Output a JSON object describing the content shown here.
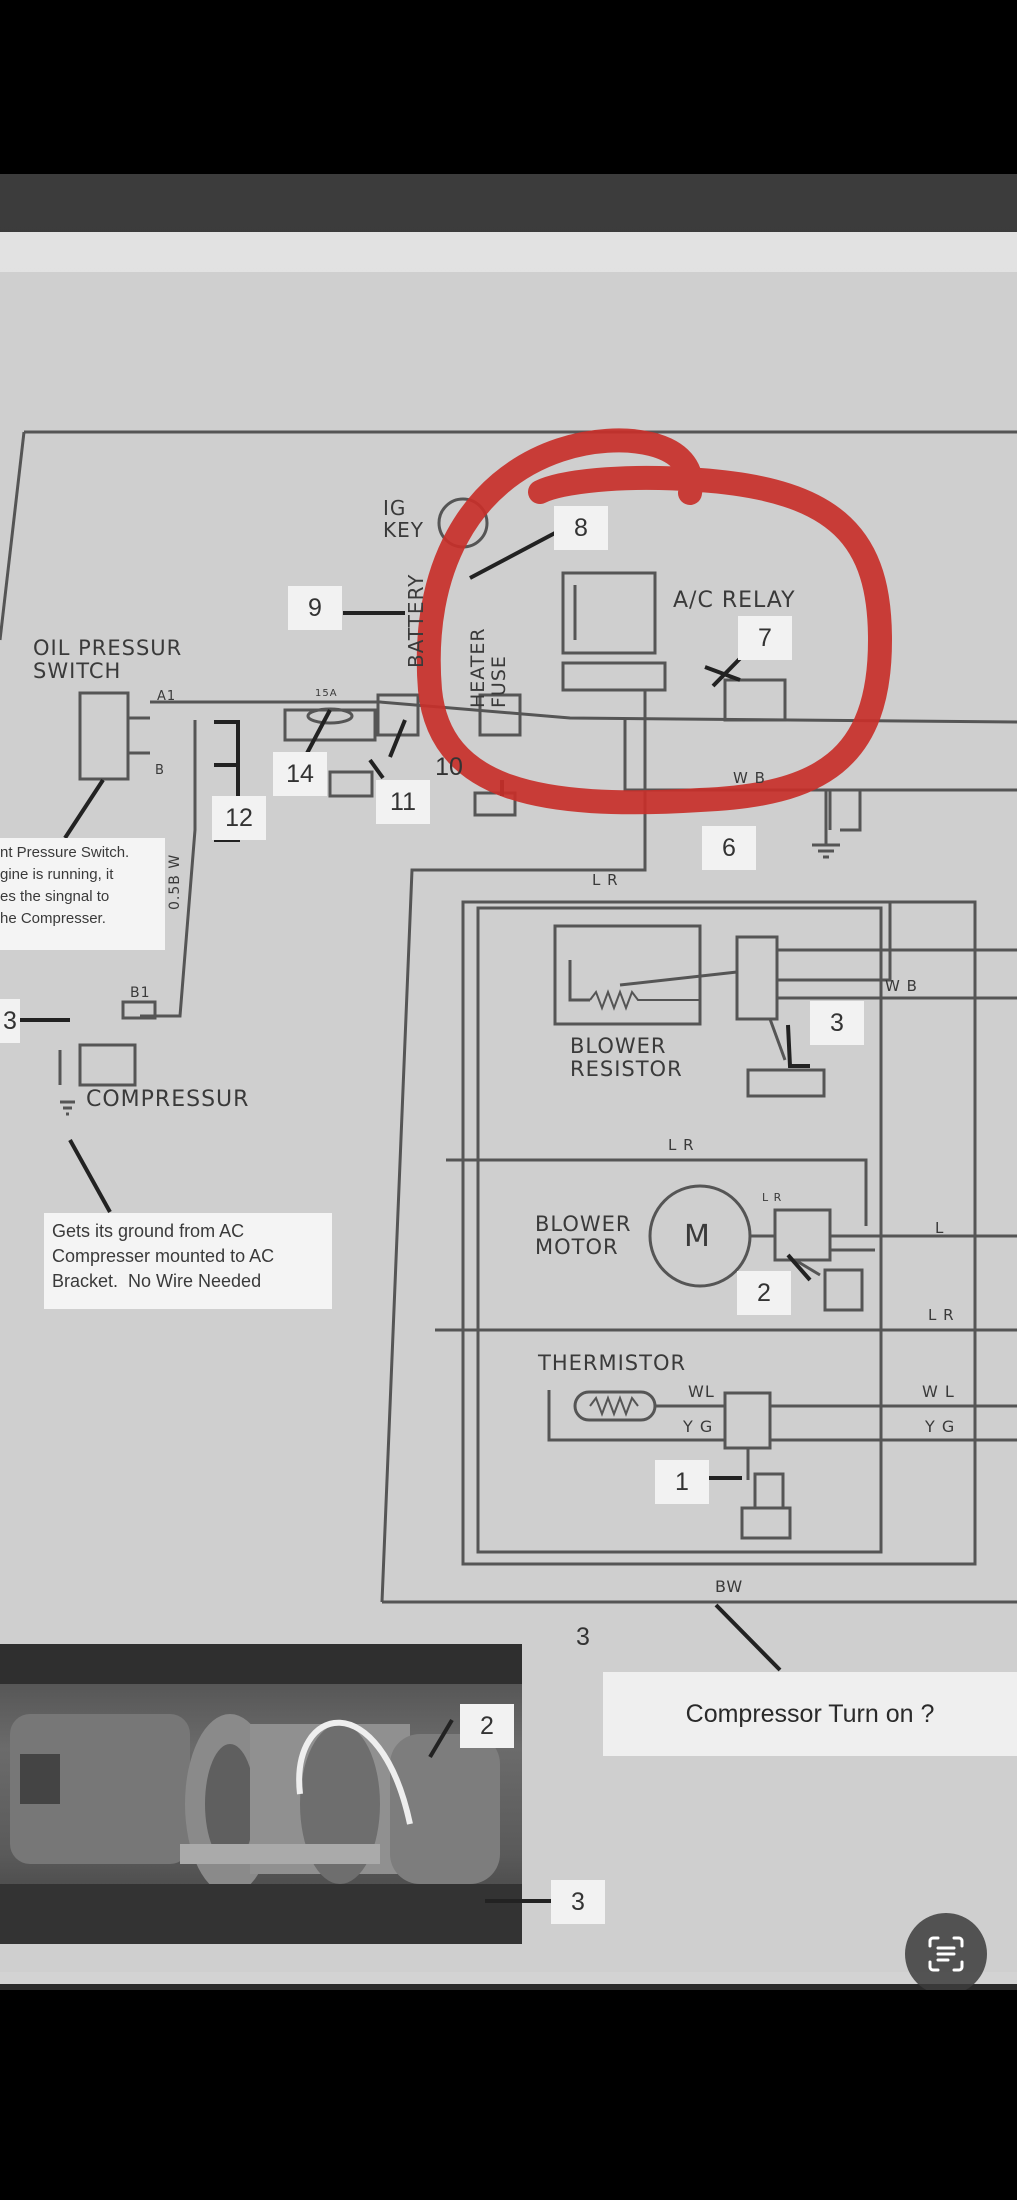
{
  "labels": {
    "ig_key": "IG\nKEY",
    "battery": "BATTERY",
    "heater_fuse": "HEATER\nFUSE",
    "ac_relay": "A/C RELAY",
    "oil_pressure_switch": "OIL PRESSUR\nSWITCH",
    "compressor": "COMPRESSUR",
    "blower_resistor": "BLOWER\nRESISTOR",
    "blower_motor": "BLOWER\nMOTOR",
    "motor_symbol": "M",
    "thermistor": "THERMISTOR"
  },
  "wire_labels": {
    "wb_1": "W B",
    "lr_1": "L R",
    "wb_2": "W B",
    "lr_2": "L R",
    "lr_3": "L R",
    "l": "L",
    "lr_4": "L R",
    "wl_1": "WL",
    "yg_1": "Y G",
    "wl_2": "W L",
    "yg_2": "Y G",
    "bw": "BW",
    "w_05bw": "0.5B W",
    "a1": "A1",
    "b": "B",
    "b1": "B1",
    "fifteen_a": "15A"
  },
  "callouts": {
    "c8": "8",
    "c9": "9",
    "c7": "7",
    "c14": "14",
    "c10": "10",
    "c11": "11",
    "c12": "12",
    "c6": "6",
    "c3a": "3",
    "c3_left": "3",
    "c2": "2",
    "c1": "1",
    "c3_page": "3",
    "c2_photo": "2",
    "c3_photo": "3"
  },
  "notes": {
    "pressure_note": "nt Pressure Switch.\ngine is running, it\nes the singnal to\nhe Compresser.",
    "ground_note": "Gets its ground from AC\nCompresser mounted to AC\nBracket.  No Wire Needed",
    "caption": "Compressor Turn on ?"
  },
  "icons": {
    "scan": "text-scan-icon"
  },
  "colors": {
    "highlight": "#c8302a"
  }
}
